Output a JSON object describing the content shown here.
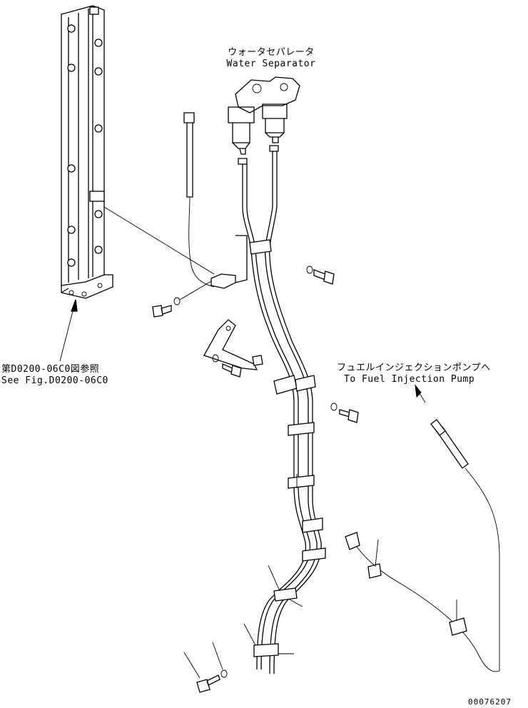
{
  "labels": {
    "water_separator_jp": "ウォータセパレータ",
    "water_separator_en": "Water Separator",
    "see_fig_jp": "第D0200-06C0図参照",
    "see_fig_en": "See Fig.D0200-06C0",
    "to_pump_jp": "フュエルインジェクションポンプへ",
    "to_pump_en": "To Fuel Injection Pump",
    "part_number": "00076207"
  },
  "colors": {
    "line": "#000000",
    "background": "#ffffff"
  }
}
